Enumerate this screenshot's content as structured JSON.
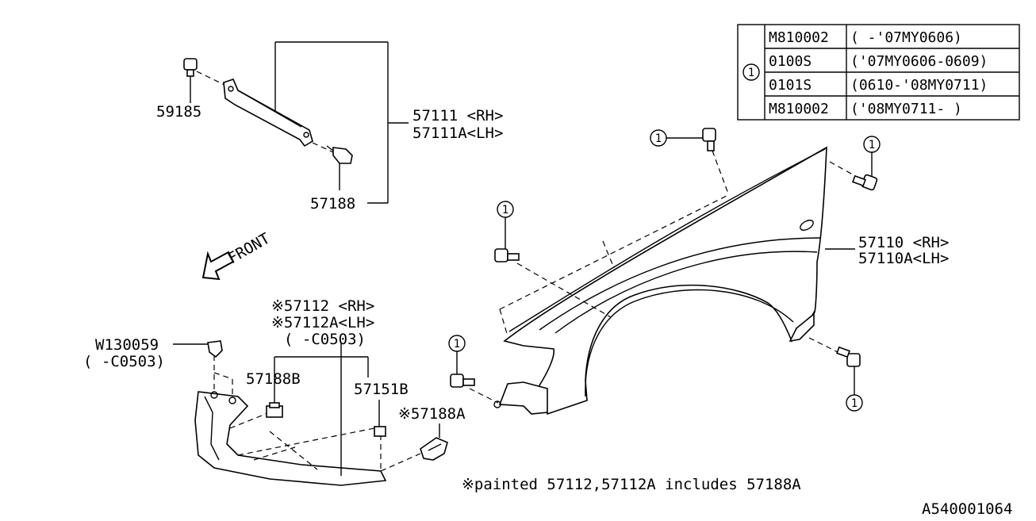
{
  "diagram": {
    "ref_id": "A540001064",
    "front_label": "FRONT",
    "note": "※painted 57112,57112A includes 57188A",
    "callout_symbol": "1"
  },
  "labels": {
    "p59185": "59185",
    "p57111": "57111 <RH>",
    "p57111a": "57111A<LH>",
    "p57188": "57188",
    "p57110": "57110 <RH>",
    "p57110a": "57110A<LH>",
    "p57112": "※57112 <RH>",
    "p57112a": "※57112A<LH>",
    "p57112_range": "(     -C0503)",
    "w130059": "W130059",
    "w130059_range": "(     -C0503)",
    "p57188b": "57188B",
    "p57151b": "57151B",
    "p57188a": "※57188A"
  },
  "table": {
    "symbol": "1",
    "rows": [
      {
        "part": "M810002",
        "range": "(      -'07MY0606)"
      },
      {
        "part": "0100S",
        "range": "('07MY0606-0609)"
      },
      {
        "part": "0101S",
        "range": "(0610-'08MY0711)"
      },
      {
        "part": "M810002",
        "range": "('08MY0711-      )"
      }
    ]
  }
}
